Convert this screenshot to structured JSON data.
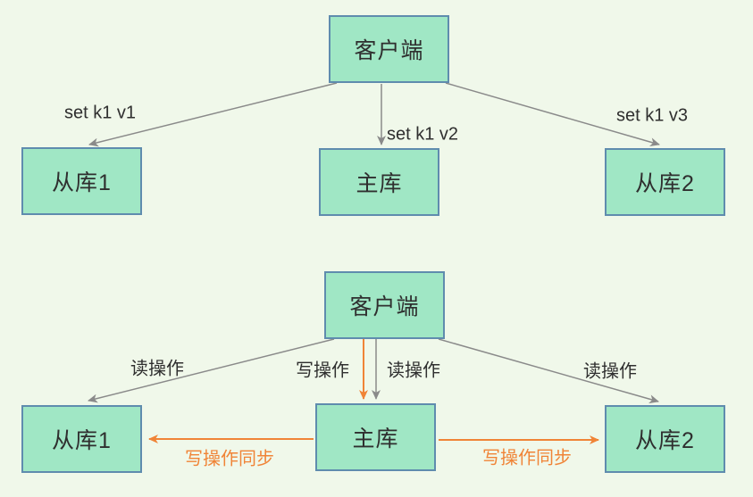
{
  "colors": {
    "background": "#F0F8EA",
    "node_fill": "#A0E7C5",
    "node_border": "#5F8CAE",
    "arrow_gray": "#8A8A8A",
    "arrow_orange": "#F08437",
    "label_text": "#2F2F2F"
  },
  "diagram_top": {
    "client": "客户端",
    "slave1": "从库1",
    "master": "主库",
    "slave2": "从库2",
    "labels": {
      "set_k1_v1": "set k1 v1",
      "set_k1_v2": "set k1 v2",
      "set_k1_v3": "set k1 v3"
    }
  },
  "diagram_bottom": {
    "client": "客户端",
    "slave1": "从库1",
    "master": "主库",
    "slave2": "从库2",
    "labels": {
      "read_to_slave1": "读操作",
      "write_to_master": "写操作",
      "read_to_master": "读操作",
      "read_to_slave2": "读操作",
      "sync_to_slave1": "写操作同步",
      "sync_to_slave2": "写操作同步"
    }
  }
}
